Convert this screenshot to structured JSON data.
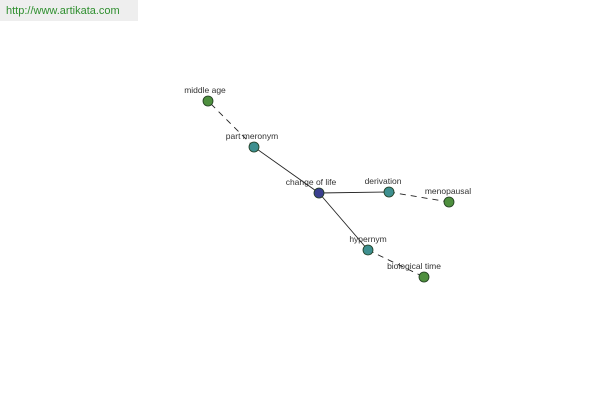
{
  "banner": {
    "url": "http://www.artikata.com"
  },
  "colors": {
    "center": "#3a3f8f",
    "relation": "#3e8f8f",
    "term": "#4e8f3e"
  },
  "nodes": {
    "change_of_life": {
      "label": "change of life",
      "kind": "center"
    },
    "part_meronym": {
      "label": "part meronym",
      "kind": "relation"
    },
    "middle_age": {
      "label": "middle age",
      "kind": "term"
    },
    "derivation": {
      "label": "derivation",
      "kind": "relation"
    },
    "menopausal": {
      "label": "menopausal",
      "kind": "term"
    },
    "hypernym": {
      "label": "hypernym",
      "kind": "relation"
    },
    "biological_time": {
      "label": "biological time",
      "kind": "term"
    }
  }
}
